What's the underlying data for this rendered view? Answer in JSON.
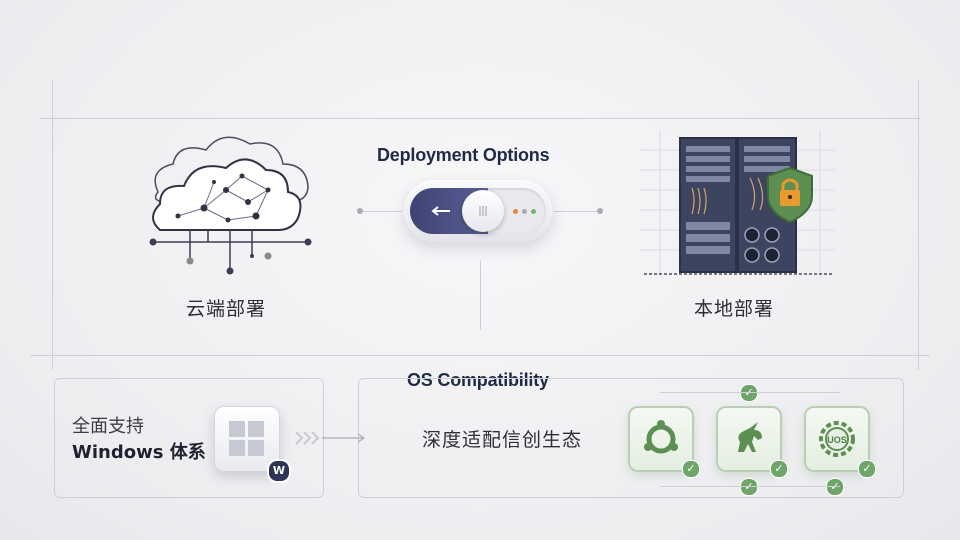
{
  "deployment": {
    "title": "Deployment Options",
    "cloud_label": "云端部署",
    "onprem_label": "本地部署"
  },
  "compat": {
    "title": "OS Compatibility",
    "left_line1": "全面支持",
    "left_line2": "Windows 体系",
    "center_text": "深度适配信创生态",
    "windows_badge": "W",
    "os_icons": [
      "ubuntu-icon",
      "kylin-unicorn-icon",
      "uos-icon"
    ]
  },
  "colors": {
    "navy": "#3d4372",
    "green": "#6fa56a",
    "lock_orange": "#e89a2e",
    "shield_green": "#5d8f53"
  }
}
